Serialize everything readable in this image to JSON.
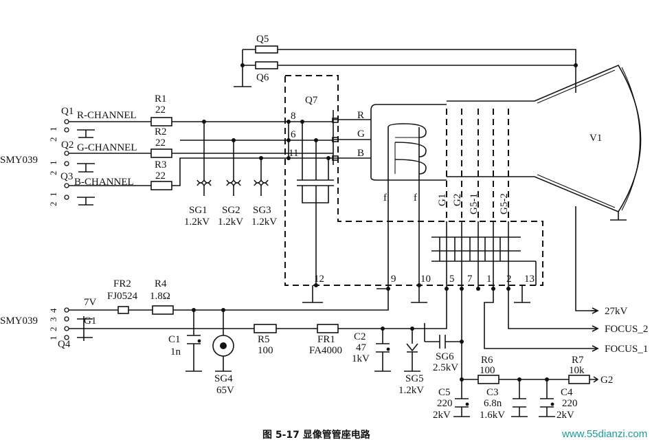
{
  "caption": "图 5-17    显像管管座电路",
  "watermark": "www.55dianzi.com",
  "connectors": {
    "smy039_top": "SMY039",
    "smy039_bottom": "SMY039",
    "q1": "Q1",
    "q2": "Q2",
    "q3": "Q3",
    "q4": "Q4",
    "pin1": "1",
    "pin2": "2",
    "pin3": "3",
    "pin4": "4"
  },
  "channels": {
    "r": "R-CHANNEL",
    "g": "G-CHANNEL",
    "b": "B-CHANNEL"
  },
  "resistors": {
    "r1": {
      "ref": "R1",
      "value": "22"
    },
    "r2": {
      "ref": "R2",
      "value": "22"
    },
    "r3": {
      "ref": "R3",
      "value": "22"
    },
    "r4": {
      "ref": "R4",
      "value": "1.8Ω"
    },
    "r5": {
      "ref": "R5",
      "value": "100"
    },
    "r6": {
      "ref": "R6",
      "value": "100"
    },
    "r7": {
      "ref": "R7",
      "value": "10k"
    },
    "fr1": {
      "ref": "FR1",
      "value": "FA4000"
    },
    "fr2": {
      "ref": "FR2",
      "value": "FJ0524"
    }
  },
  "spark_gaps": {
    "sg1": {
      "ref": "SG1",
      "value": "1.2kV"
    },
    "sg2": {
      "ref": "SG2",
      "value": "1.2kV"
    },
    "sg3": {
      "ref": "SG3",
      "value": "1.2kV"
    },
    "sg4": {
      "ref": "SG4",
      "value": "65V"
    },
    "sg5": {
      "ref": "SG5",
      "value": "1.2kV"
    },
    "sg6": {
      "ref": "SG6",
      "value": "2.5kV"
    }
  },
  "capacitors": {
    "c1": {
      "ref": "C1",
      "value": "1n"
    },
    "c2": {
      "ref": "C2",
      "value": "47",
      "voltage": "1kV"
    },
    "c3": {
      "ref": "C3",
      "value": "6.8n",
      "voltage": "1.6kV"
    },
    "c4": {
      "ref": "C4",
      "value": "220",
      "voltage": "2kV"
    },
    "c5": {
      "ref": "C5",
      "value": "220",
      "voltage": "2kV"
    }
  },
  "socket": {
    "q5": "Q5",
    "q6": "Q6",
    "q7": "Q7",
    "pins": {
      "p8": "8",
      "p6": "6",
      "p11": "11",
      "p12": "12",
      "p9": "9",
      "p10": "10",
      "p5": "5",
      "p7": "7",
      "p1": "1",
      "p2": "2",
      "p13": "13"
    }
  },
  "tube": {
    "ref": "V1",
    "cathodes": {
      "r": "R",
      "g": "G",
      "b": "B"
    },
    "filament_f1": "f",
    "filament_f2": "f",
    "grids": {
      "g1": "G1",
      "g2": "G2",
      "g5_1": "G5-1",
      "g5_2": "G5-2"
    }
  },
  "signals": {
    "v7": "7V",
    "g1": "G1",
    "hv": "27kV",
    "focus2": "FOCUS_2",
    "focus1": "FOCUS_1",
    "g2out": "G2"
  }
}
